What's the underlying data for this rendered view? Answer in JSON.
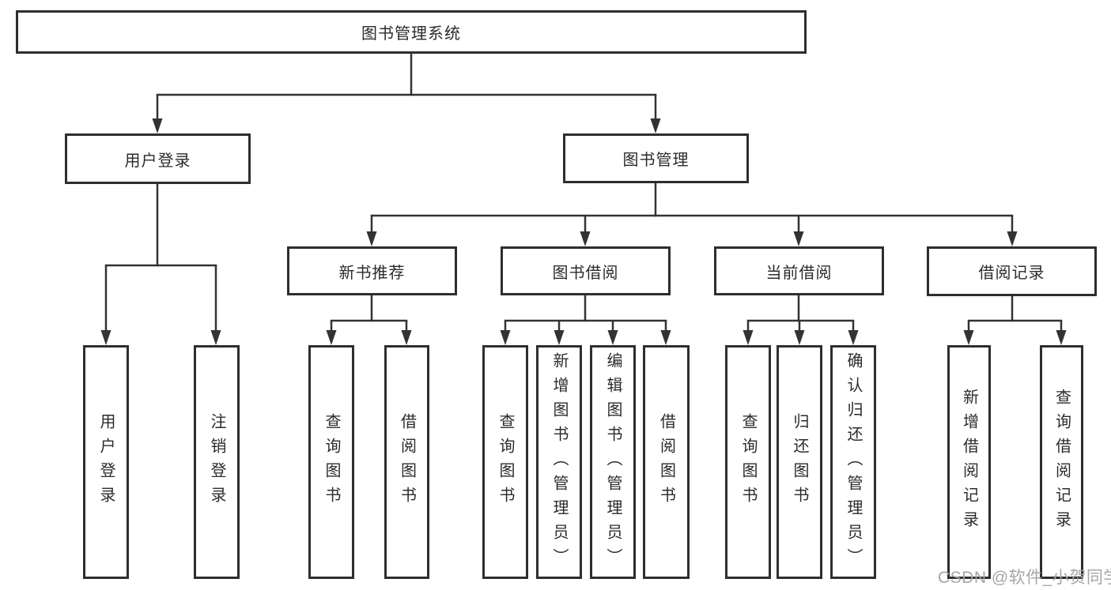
{
  "diagram": {
    "type": "hierarchy-tree",
    "title": "图书管理系统",
    "nodes": {
      "root": "图书管理系统",
      "user_login": "用户登录",
      "book_management": "图书管理",
      "new_book_recommend": "新书推荐",
      "book_borrowing": "图书借阅",
      "current_borrowing": "当前借阅",
      "borrowing_records": "借阅记录",
      "leaves": {
        "user_login": [
          "用户登录",
          "注销登录"
        ],
        "new_book_recommend": [
          "查询图书",
          "借阅图书"
        ],
        "book_borrowing": [
          "查询图书",
          "新增图书（管理员）",
          "编辑图书（管理员）",
          "借阅图书"
        ],
        "current_borrowing": [
          "查询图书",
          "归还图书",
          "确认归还（管理员）"
        ],
        "borrowing_records": [
          "新增借阅记录",
          "查询借阅记录"
        ]
      }
    },
    "colors": {
      "background": "#ffffff",
      "border": "#2e2e2e",
      "line": "#333333",
      "text": "#2b2b2b",
      "watermark": "#a6a6a6"
    },
    "watermark": "CSDN @软件_小贺同学"
  }
}
